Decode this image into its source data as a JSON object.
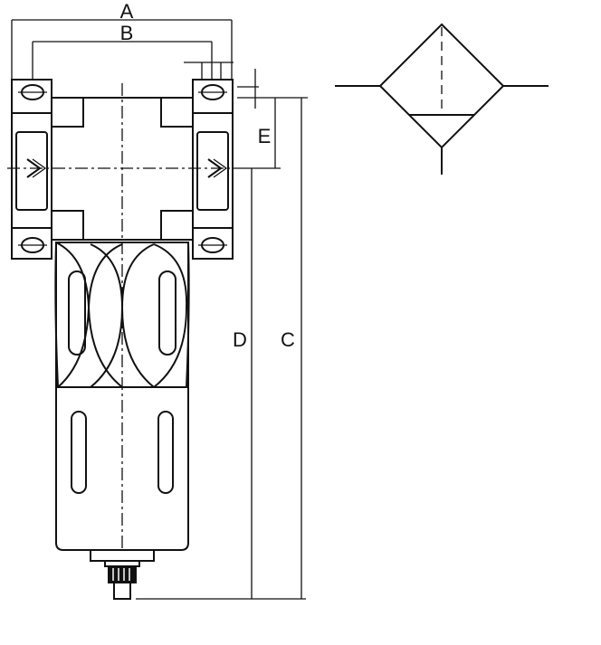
{
  "dimension_labels": {
    "A": "A",
    "B": "B",
    "C": "C",
    "D": "D",
    "E": "E"
  },
  "symbol": {
    "name": "filter-symbol"
  }
}
